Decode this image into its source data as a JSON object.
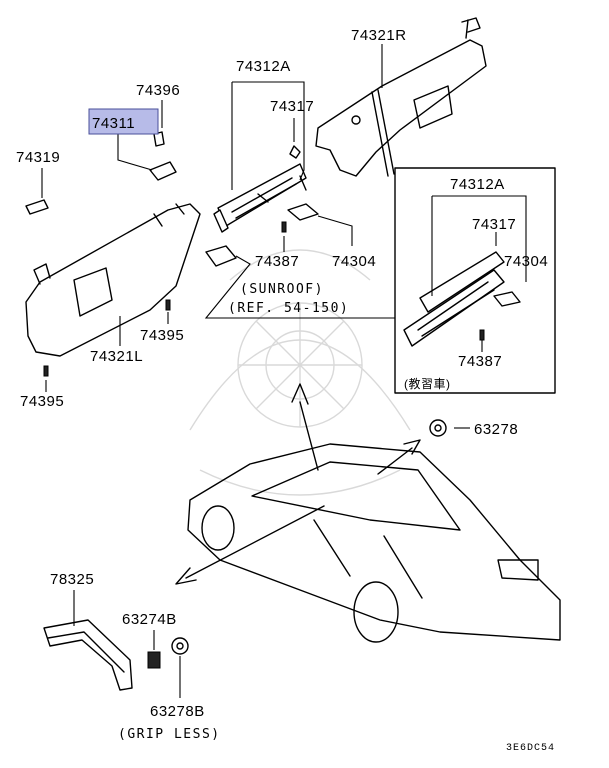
{
  "diagram": {
    "labels": {
      "p74321R": "74321R",
      "p74312A_top": "74312A",
      "p74396": "74396",
      "p74317_top": "74317",
      "p74311": "74311",
      "p74319": "74319",
      "p74387_top": "74387",
      "p74304_top": "74304",
      "sunroof": "(SUNROOF)",
      "ref": "(REF. 54-150)",
      "p74395_mid": "74395",
      "p74321L": "74321L",
      "p74395_low": "74395",
      "p74312A_box": "74312A",
      "p74317_box": "74317",
      "p74304_box": "74304",
      "p74387_box": "74387",
      "box_note": "(教習車)",
      "p63278": "63278",
      "p78325": "78325",
      "p63274B": "63274B",
      "p63278B": "63278B",
      "grip_less": "(GRIP LESS)",
      "code": "3E6DC54"
    },
    "highlight_color": "#b7bbe8"
  }
}
